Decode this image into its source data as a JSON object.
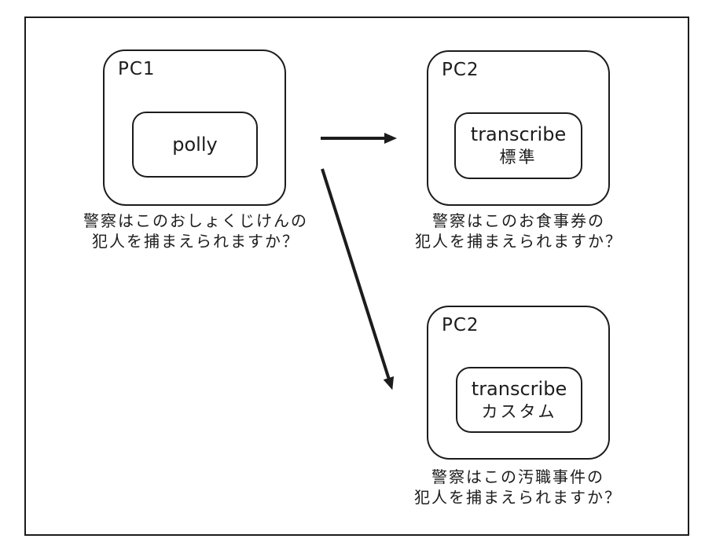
{
  "colors": {
    "stroke": "#1c1c1c",
    "background": "#ffffff"
  },
  "nodes": [
    {
      "id": "pc1",
      "machine_label": "PC1",
      "process_lines": [
        "polly"
      ],
      "caption_lines": [
        "警察はこのおしょくじけんの",
        "犯人を捕まえられますか？"
      ]
    },
    {
      "id": "pc2-standard",
      "machine_label": "PC2",
      "process_lines": [
        "transcribe",
        "標準"
      ],
      "caption_lines": [
        "警察はこのお食事券の",
        "犯人を捕まえられますか？"
      ]
    },
    {
      "id": "pc2-custom",
      "machine_label": "PC2",
      "process_lines": [
        "transcribe",
        "カスタム"
      ],
      "caption_lines": [
        "警察はこの汚職事件の",
        "犯人を捕まえられますか？"
      ]
    }
  ],
  "arrows": [
    {
      "from": "pc1",
      "to": "pc2-standard"
    },
    {
      "from": "pc1",
      "to": "pc2-custom"
    }
  ]
}
